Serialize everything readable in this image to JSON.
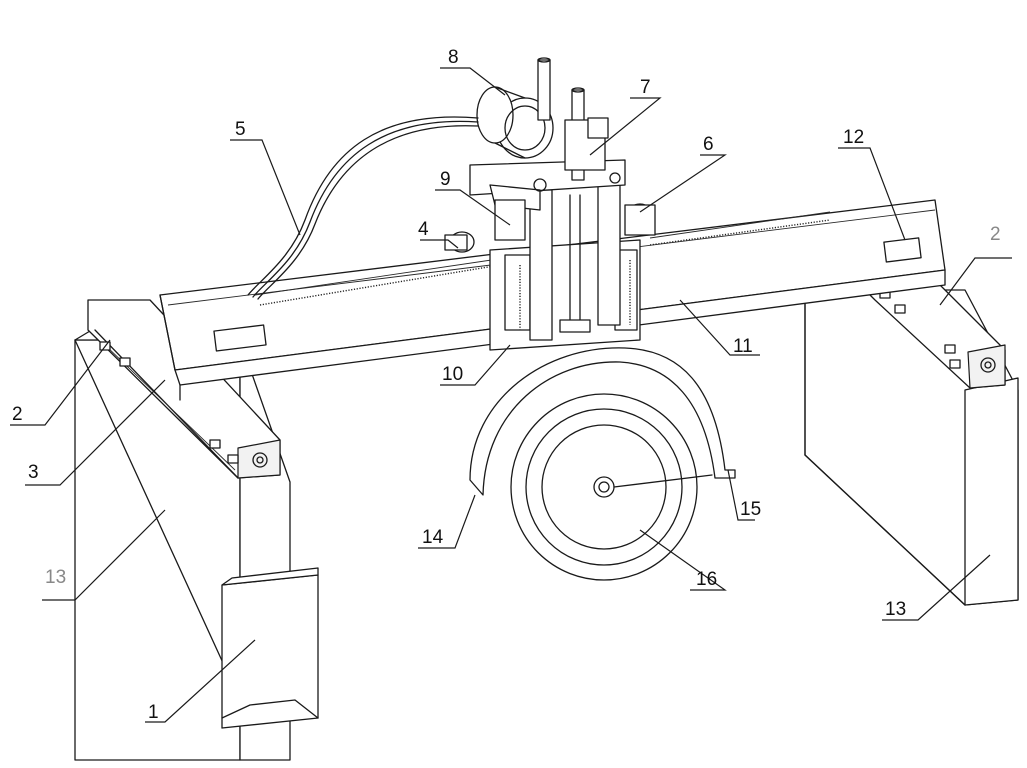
{
  "labels": {
    "l1": "1",
    "l2a": "2",
    "l2b": "2",
    "l3": "3",
    "l4": "4",
    "l5": "5",
    "l6": "6",
    "l7": "7",
    "l8": "8",
    "l9": "9",
    "l10": "10",
    "l11": "11",
    "l12": "12",
    "l13a": "13",
    "l13b": "13",
    "l14": "14",
    "l15": "15",
    "l16": "16"
  },
  "colors": {
    "line": "#1a1a1a",
    "background": "#ffffff",
    "grey_label": "#888888"
  }
}
